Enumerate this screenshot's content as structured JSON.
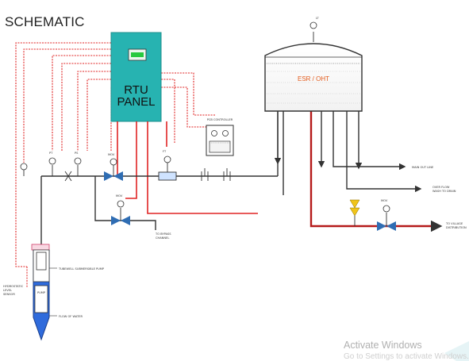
{
  "title": "SCHEMATIC",
  "rtu_panel": {
    "line1": "RTU",
    "line2": "PANEL"
  },
  "tank": {
    "label": "ESR / OHT"
  },
  "labels": {
    "pressure_gauge": "PT",
    "pressure_switch": "PS",
    "flow_meter": "FT",
    "pcb_controller": "PCB CONTROLLER",
    "main_out_line": "MAIN OUT LINE",
    "overflow": "OVER FLOW",
    "overflow_2": "WASH TO DRAIN",
    "to_village": "TO VILLAGE",
    "to_village_2": "DISTRIBUTION",
    "to_bypass": "TO BYPASS",
    "to_bypass_2": "CHANNEL",
    "submersible_pump": "TUBEWELL SUBMERSIBLE PUMP",
    "level_sensor": "HYDROSTATIC",
    "level_sensor_2": "LEVEL",
    "level_sensor_3": "SENSOR",
    "pump_motor": "PUMP",
    "flow_of_water": "FLOW OF WATER",
    "valve_tag": "MOV",
    "level_tag": "LT"
  },
  "watermark": {
    "line1": "Activate Windows",
    "line2": "Go to Settings to activate Windows."
  },
  "colors": {
    "panel": "#27b3b1",
    "pipe": "#333333",
    "signal": "#e02424",
    "tank_outlet": "#b51a1a",
    "valve": "#2f6db3",
    "display": "#27c93f",
    "sensor": "#f0c419"
  }
}
